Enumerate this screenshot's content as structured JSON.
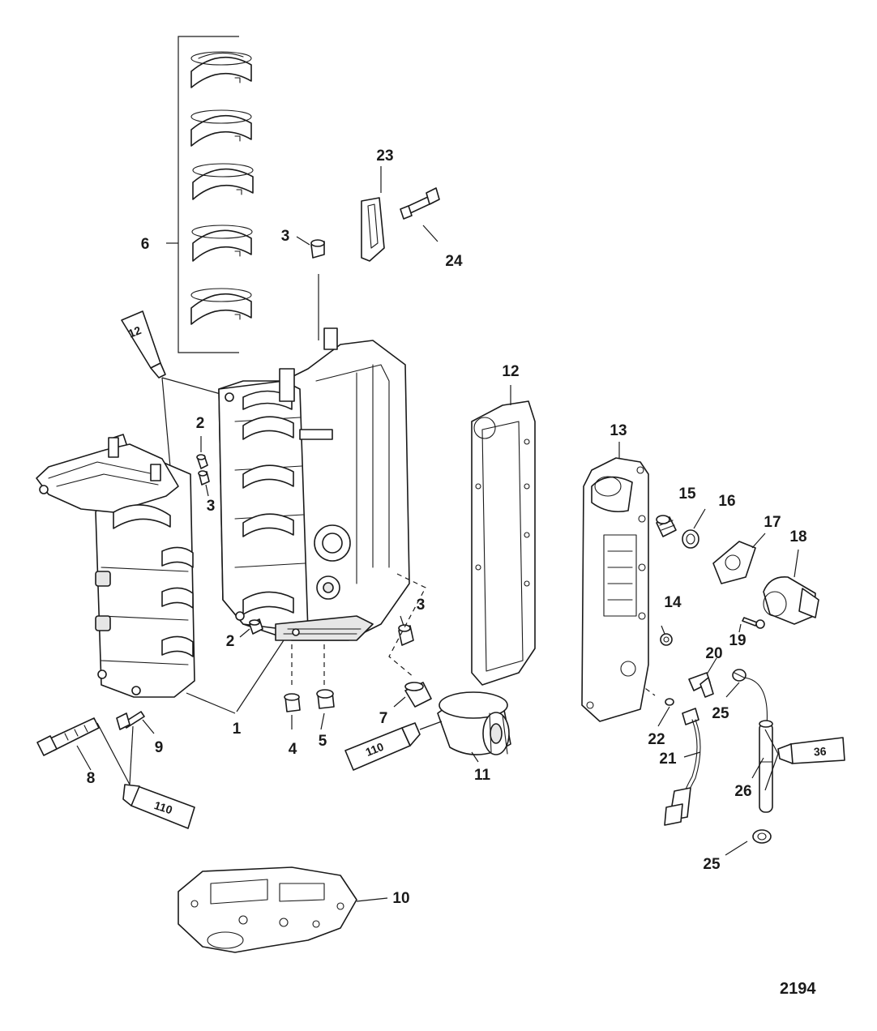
{
  "figure_number": "2194",
  "callouts": {
    "c1": "1",
    "c2a": "2",
    "c2b": "2",
    "c3a": "3",
    "c3b": "3",
    "c3c": "3",
    "c4": "4",
    "c5": "5",
    "c6": "6",
    "c7": "7",
    "c8": "8",
    "c9": "9",
    "c10": "10",
    "c11": "11",
    "c12a": "12",
    "c13": "13",
    "c14": "14",
    "c15": "15",
    "c16": "16",
    "c17": "17",
    "c18": "18",
    "c19": "19",
    "c20": "20",
    "c21": "21",
    "c22": "22",
    "c23": "23",
    "c24": "24",
    "c25a": "25",
    "c25b": "25",
    "c26": "26"
  },
  "sealant_tubes": {
    "t12": "12",
    "t110a": "110",
    "t110b": "110",
    "t36": "36"
  }
}
